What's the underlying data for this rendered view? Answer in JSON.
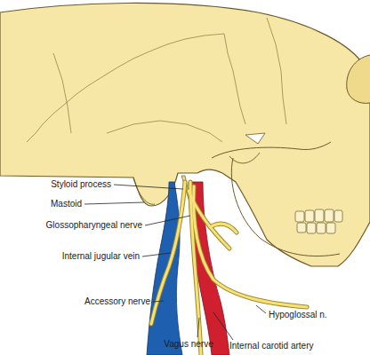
{
  "diagram": {
    "labels": [
      "Styloid process",
      "Mastoid",
      "Glossopharyngeal nerve",
      "Internal jugular vein",
      "Accessory nerve",
      "Vagus nerve",
      "Internal carotid artery",
      "Hypoglossal n."
    ]
  }
}
